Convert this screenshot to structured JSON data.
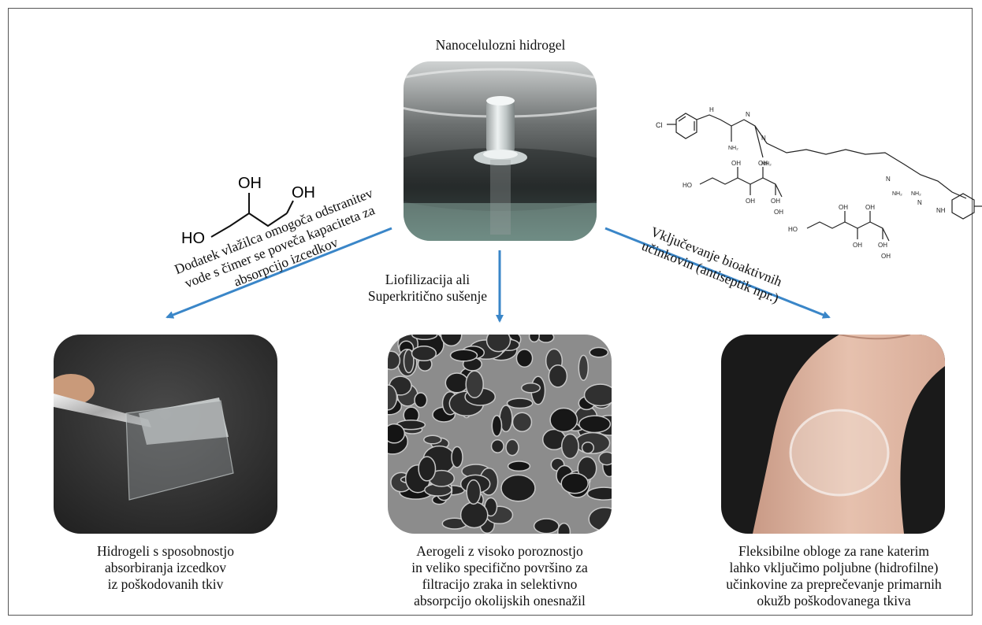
{
  "top": {
    "title": "Nanocelulozni hidrogel"
  },
  "glycerol": {
    "oh_top": "OH",
    "oh_right": "OH",
    "ho_left": "HO"
  },
  "left_arrow_text": [
    "Dodatek vlažilca omogoča odstranitev",
    "vode s čimer se poveča kapaciteta za",
    "absorpcijo izcedkov"
  ],
  "center_arrow_text": [
    "Liofilizacija ali",
    "Superkritično sušenje"
  ],
  "right_arrow_text": [
    "Vključevanje bioaktivnih",
    "učinkovin (antiseptik npr.)"
  ],
  "chem_labels": {
    "cl": "Cl",
    "h": "H",
    "n": "N",
    "nh": "NH",
    "nh2": "NH₂",
    "oh": "OH",
    "ho": "HO"
  },
  "bottom": {
    "left": [
      "Hidrogeli s sposobnostjo",
      "absorbiranja izcedkov",
      "iz poškodovanih tkiv"
    ],
    "center": [
      "Aerogeli z visoko poroznostjo",
      "in veliko specifično površino za",
      "filtracijo zraka in selektivno",
      "absorpcijo okolijskih onesnažil"
    ],
    "right": [
      "Fleksibilne obloge za rane katerim",
      "lahko vključimo poljubne (hidrofilne)",
      "učinkovine za preprečevanje primarnih",
      "okužb poškodovanega tkiva"
    ]
  },
  "colors": {
    "arrow": "#3a86c8",
    "frame": "#555555",
    "text": "#111111"
  },
  "icons": [
    "hydrogel-photo",
    "hydrogel-film-photo",
    "aerogel-sem-photo",
    "wrist-dressing-photo",
    "glycerol-structure",
    "chlorhexidine-gluconate-structure"
  ]
}
